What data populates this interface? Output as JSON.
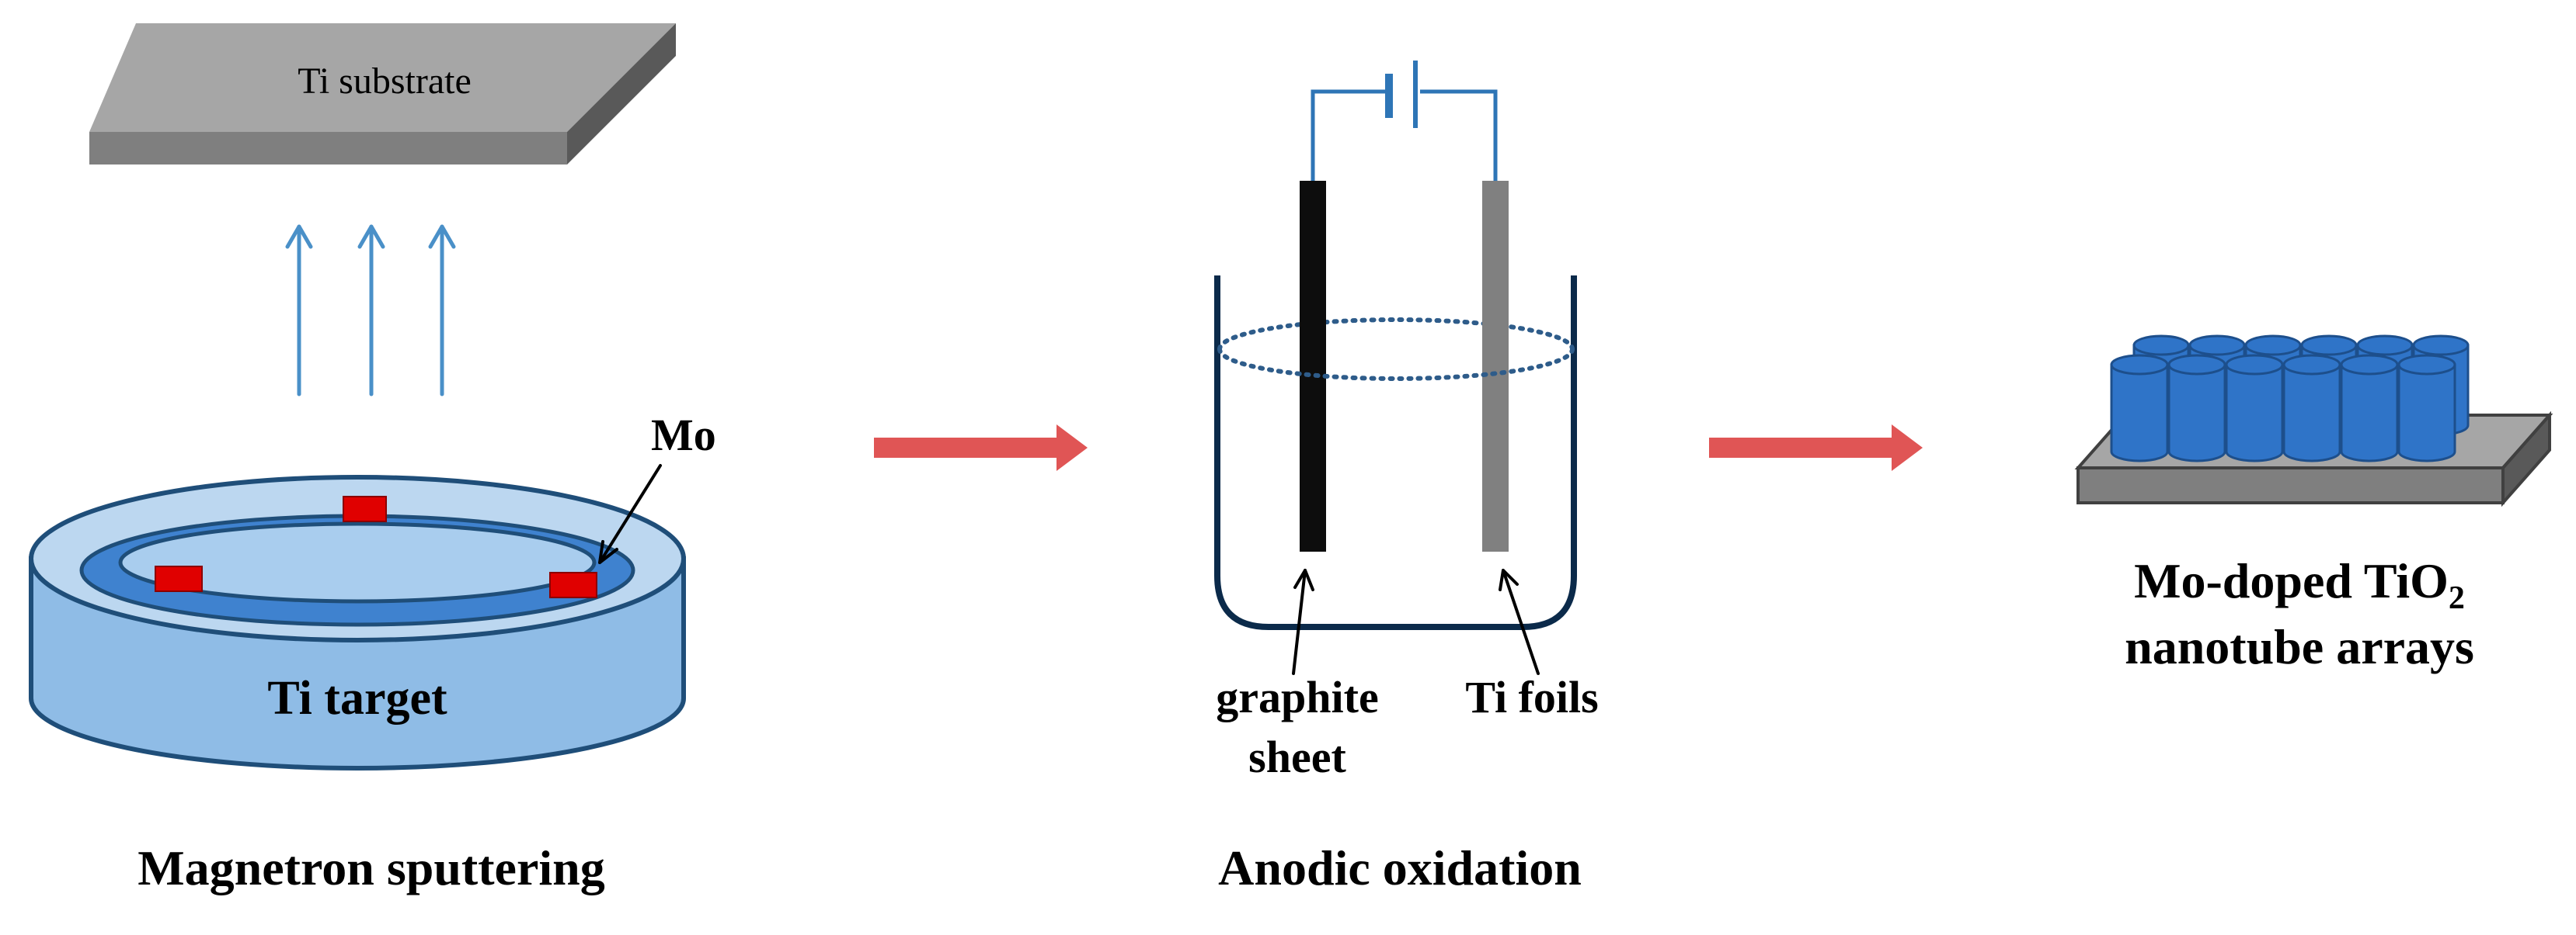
{
  "labels": {
    "substrate": "Ti substrate",
    "mo": "Mo",
    "target": "Ti target",
    "step1": "Magnetron sputtering",
    "graphite_line1": "graphite",
    "graphite_line2": "sheet",
    "ti_foils": "Ti foils",
    "step2": "Anodic oxidation",
    "product_line1_main": "Mo-doped TiO",
    "product_line1_sub": "2",
    "product_line2": "nanotube arrays"
  },
  "colors": {
    "substrate_top": "#a6a6a6",
    "substrate_front": "#7f7f7f",
    "substrate_side": "#595959",
    "upward_arrows": "#4a90c8",
    "target_fill": "#8fbce6",
    "target_inner": "#4a8ad0",
    "target_outline": "#1f4e79",
    "mo_pieces": "#e00000",
    "process_arrows": "#e05555",
    "beaker": "#0b2a4a",
    "electrolyte_level": "#2e5c8a",
    "graphite_electrode": "#0d0d0d",
    "ti_electrode": "#808080",
    "wire": "#2e75b6",
    "nanotube": "#2f74c8",
    "nanotube_dark": "#1d4f8c",
    "platform_top": "#a6a6a6",
    "platform_front": "#7f7f7f"
  },
  "icons": [
    "battery-icon",
    "upward-arrow-icon",
    "process-arrow-icon"
  ]
}
